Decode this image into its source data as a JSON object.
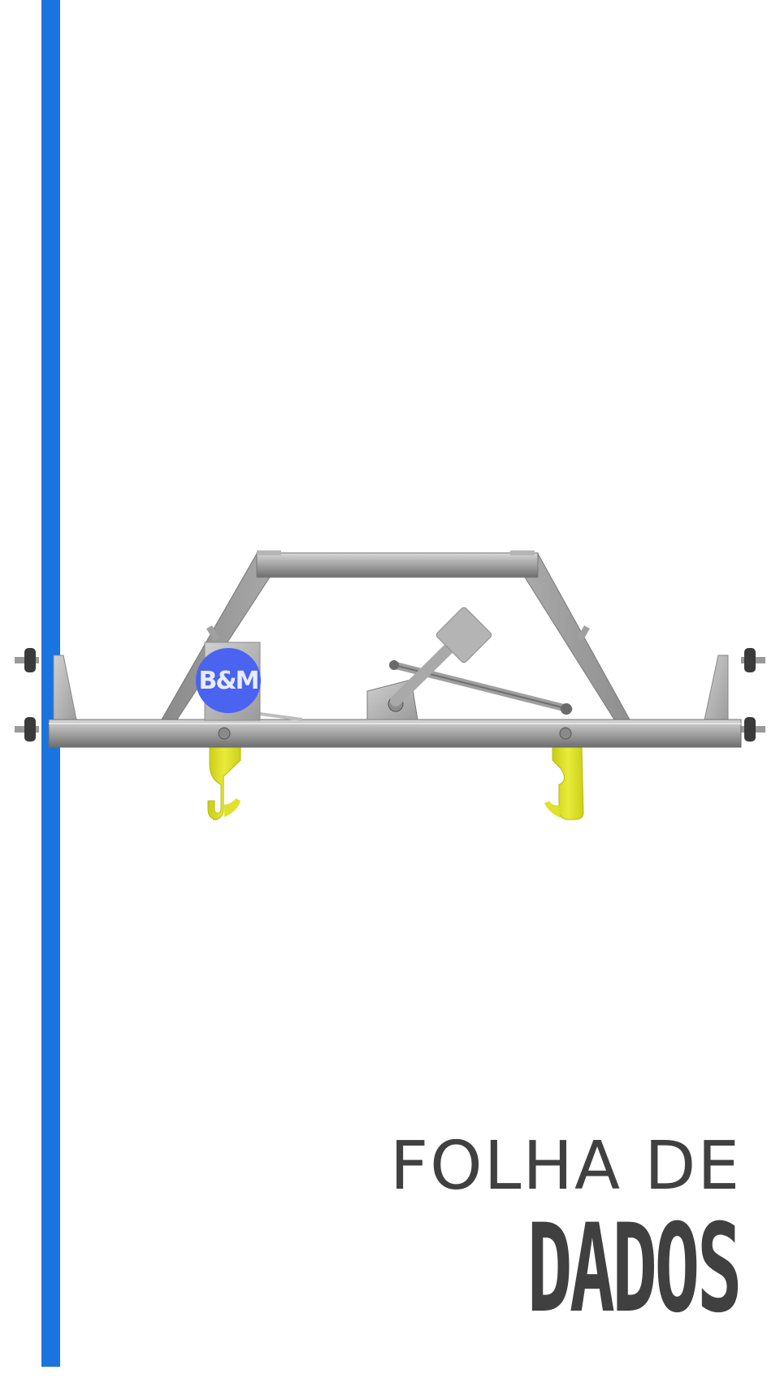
{
  "cover": {
    "title_line1": "FOLHA DE",
    "title_line2": "DADOS"
  },
  "logo": {
    "text": "B&M"
  },
  "colors": {
    "accent_bar": "#1a74e0",
    "frame_steel": "#9c9c9c",
    "hook_yellow": "#e0e21f",
    "logo_blue": "#4a63f0",
    "title_gray": "#404040"
  },
  "icons": {
    "product": "lifting-frame-illustration",
    "logo": "bm-logo"
  }
}
